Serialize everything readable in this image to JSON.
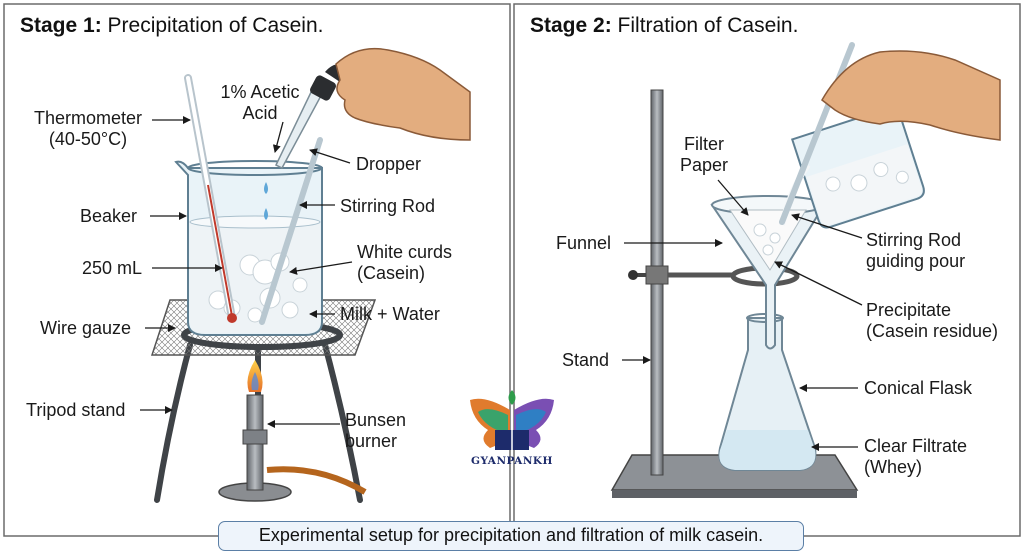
{
  "stage1": {
    "title_bold": "Stage 1:",
    "title_rest": " Precipitation of Casein.",
    "labels": {
      "thermometer": "Thermometer\n(40-50°C)",
      "acid": "1% Acetic\nAcid",
      "dropper": "Dropper",
      "beaker": "Beaker",
      "stirring_rod": "Stirring Rod",
      "volume": "250 mL",
      "curds": "White curds\n(Casein)",
      "wire_gauze": "Wire gauze",
      "milk_water": "Milk + Water",
      "tripod": "Tripod stand",
      "burner": "Bunsen\nburner"
    }
  },
  "stage2": {
    "title_bold": "Stage 2:",
    "title_rest": " Filtration of Casein.",
    "labels": {
      "filter_paper": "Filter\nPaper",
      "funnel": "Funnel",
      "stirring_rod_pour": "Stirring Rod\nguiding pour",
      "stand": "Stand",
      "precipitate": "Precipitate\n(Casein residue)",
      "conical_flask": "Conical Flask",
      "filtrate": "Clear Filtrate\n(Whey)"
    }
  },
  "logo": {
    "text": "GYANPANKH"
  },
  "caption": "Experimental setup for precipitation and filtration of milk casein.",
  "colors": {
    "panel_border": "#6b6b6b",
    "caption_border": "#5b7fa6",
    "glass": "#cfe3ee",
    "liquid": "#e9f1f5",
    "flame": "#f2a42b",
    "skin": "#e3ad7f"
  }
}
